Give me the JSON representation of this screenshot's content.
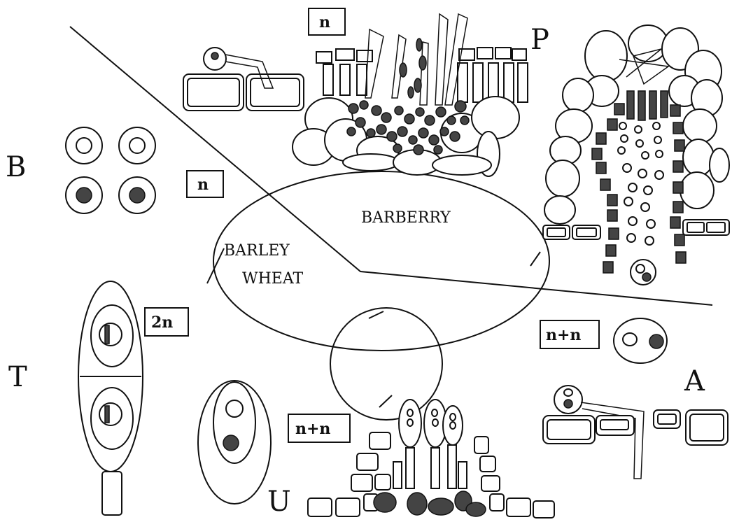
{
  "stage_labels": {
    "B": "B",
    "P": "P",
    "A": "A",
    "T": "T",
    "U": "U"
  },
  "ploidy_boxes": {
    "top": "n",
    "left": "n",
    "teliospore": "2n",
    "aecio": "n+n",
    "uredo": "n+n"
  },
  "hosts": {
    "barberry": "BARBERRY",
    "barley": "BARLEY",
    "wheat": "WHEAT"
  }
}
